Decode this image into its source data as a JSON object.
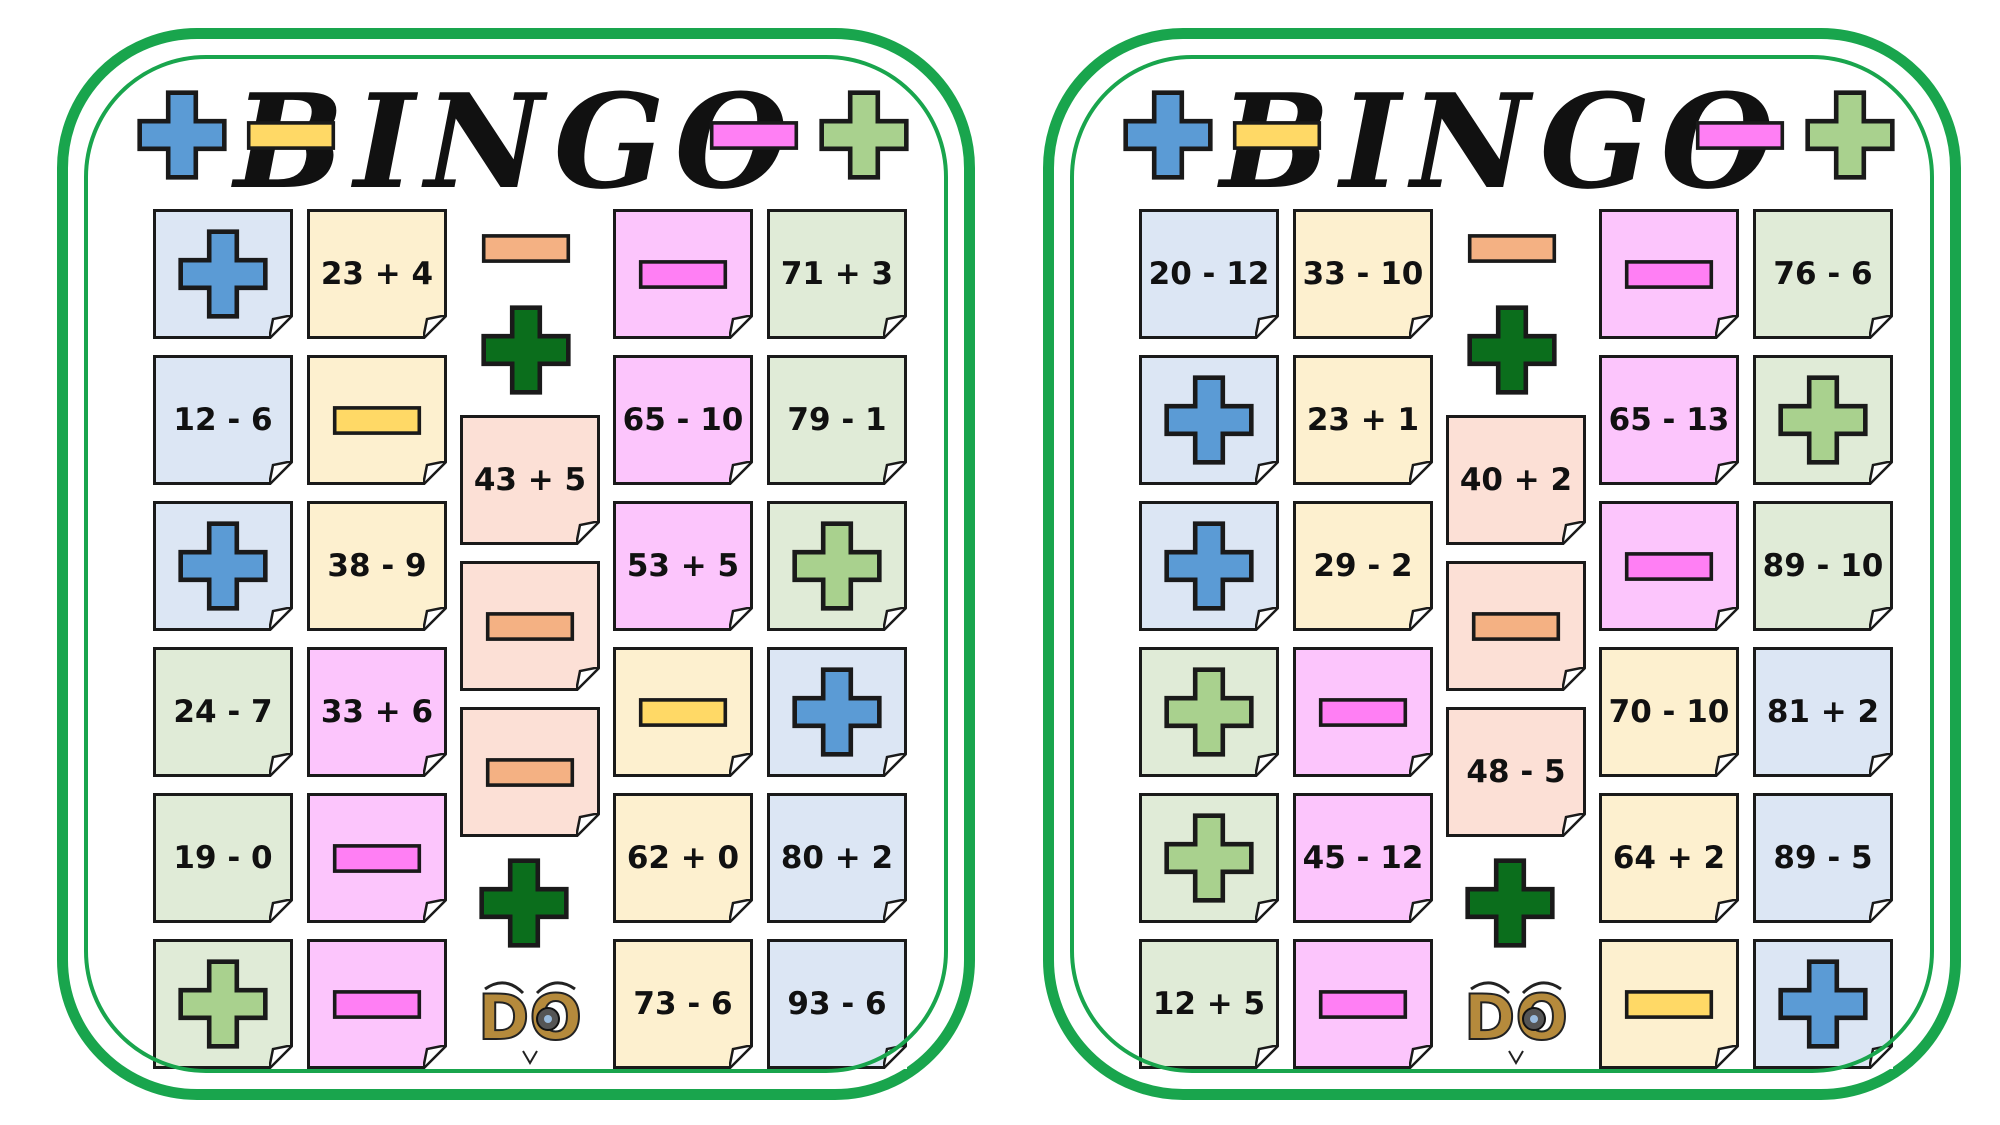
{
  "colors": {
    "card_border": "#19a54d",
    "tile_blue": "#dce6f4",
    "tile_yellow": "#fdf0cf",
    "tile_pink": "#fcc5fc",
    "tile_green": "#e0ebd7",
    "tile_orange": "#fce0d6",
    "plus_blue": "#5b9bd5",
    "plus_light_green": "#a9d18e",
    "plus_dark_green": "#0b6e1c",
    "minus_yellow": "#ffd966",
    "minus_pink": "#ff7ff4",
    "minus_orange": "#f4b183"
  },
  "cards": [
    {
      "title": "BINGO",
      "header_symbols": [
        "plus-blue",
        "minus-yellow",
        "minus-pink",
        "plus-light-green"
      ],
      "columns": [
        [
          {
            "bg": "blue",
            "symbol": "plus-blue"
          },
          {
            "bg": "blue",
            "text": "12 - 6"
          },
          {
            "bg": "blue",
            "symbol": "plus-blue"
          },
          {
            "bg": "green",
            "text": "24 - 7"
          },
          {
            "bg": "green",
            "text": "19 - 0"
          },
          {
            "bg": "green",
            "symbol": "plus-light-green"
          }
        ],
        [
          {
            "bg": "yellow",
            "text": "23 + 4"
          },
          {
            "bg": "yellow",
            "symbol": "minus-yellow"
          },
          {
            "bg": "yellow",
            "text": "38 - 9"
          },
          {
            "bg": "pink",
            "text": "33 + 6"
          },
          {
            "bg": "pink",
            "symbol": "minus-pink"
          },
          {
            "bg": "pink",
            "symbol": "minus-pink"
          }
        ],
        [
          {
            "bg": "orange",
            "text": "43 + 5"
          },
          {
            "bg": "orange",
            "symbol": "minus-orange"
          },
          {
            "bg": "orange",
            "symbol": "minus-orange"
          }
        ],
        [
          {
            "bg": "pink",
            "symbol": "minus-pink"
          },
          {
            "bg": "pink",
            "text": "65 - 10"
          },
          {
            "bg": "pink",
            "text": "53 + 5"
          },
          {
            "bg": "yellow",
            "symbol": "minus-yellow"
          },
          {
            "bg": "yellow",
            "text": "62 + 0"
          },
          {
            "bg": "yellow",
            "text": "73 - 6"
          }
        ],
        [
          {
            "bg": "green",
            "text": "71 + 3"
          },
          {
            "bg": "green",
            "text": "79 - 1"
          },
          {
            "bg": "green",
            "symbol": "plus-light-green"
          },
          {
            "bg": "blue",
            "symbol": "plus-blue"
          },
          {
            "bg": "blue",
            "text": "80 + 2"
          },
          {
            "bg": "blue",
            "text": "93 - 6"
          }
        ]
      ],
      "middle_free_symbols": [
        "minus-orange",
        "plus-dark-green",
        "plus-dark-green"
      ],
      "logo_text": "DO"
    },
    {
      "title": "BINGO",
      "header_symbols": [
        "plus-blue",
        "minus-yellow",
        "minus-pink",
        "plus-light-green"
      ],
      "columns": [
        [
          {
            "bg": "blue",
            "text": "20 - 12"
          },
          {
            "bg": "blue",
            "symbol": "plus-blue"
          },
          {
            "bg": "blue",
            "symbol": "plus-blue"
          },
          {
            "bg": "green",
            "symbol": "plus-light-green"
          },
          {
            "bg": "green",
            "symbol": "plus-light-green"
          },
          {
            "bg": "green",
            "text": "12 + 5"
          }
        ],
        [
          {
            "bg": "yellow",
            "text": "33 - 10"
          },
          {
            "bg": "yellow",
            "text": "23 + 1"
          },
          {
            "bg": "yellow",
            "text": "29 - 2"
          },
          {
            "bg": "pink",
            "symbol": "minus-pink"
          },
          {
            "bg": "pink",
            "text": "45 - 12"
          },
          {
            "bg": "pink",
            "symbol": "minus-pink"
          }
        ],
        [
          {
            "bg": "orange",
            "text": "40 + 2"
          },
          {
            "bg": "orange",
            "symbol": "minus-orange"
          },
          {
            "bg": "orange",
            "text": "48 - 5"
          }
        ],
        [
          {
            "bg": "pink",
            "symbol": "minus-pink"
          },
          {
            "bg": "pink",
            "text": "65 - 13"
          },
          {
            "bg": "pink",
            "symbol": "minus-pink"
          },
          {
            "bg": "yellow",
            "text": "70 - 10"
          },
          {
            "bg": "yellow",
            "text": "64 + 2"
          },
          {
            "bg": "yellow",
            "symbol": "minus-yellow"
          }
        ],
        [
          {
            "bg": "green",
            "text": "76 - 6"
          },
          {
            "bg": "green",
            "symbol": "plus-light-green"
          },
          {
            "bg": "green",
            "text": "89 - 10"
          },
          {
            "bg": "blue",
            "text": "81 + 2"
          },
          {
            "bg": "blue",
            "text": "89 - 5"
          },
          {
            "bg": "blue",
            "symbol": "plus-blue"
          }
        ]
      ],
      "middle_free_symbols": [
        "minus-orange",
        "plus-dark-green",
        "plus-dark-green"
      ],
      "logo_text": "DO"
    }
  ]
}
